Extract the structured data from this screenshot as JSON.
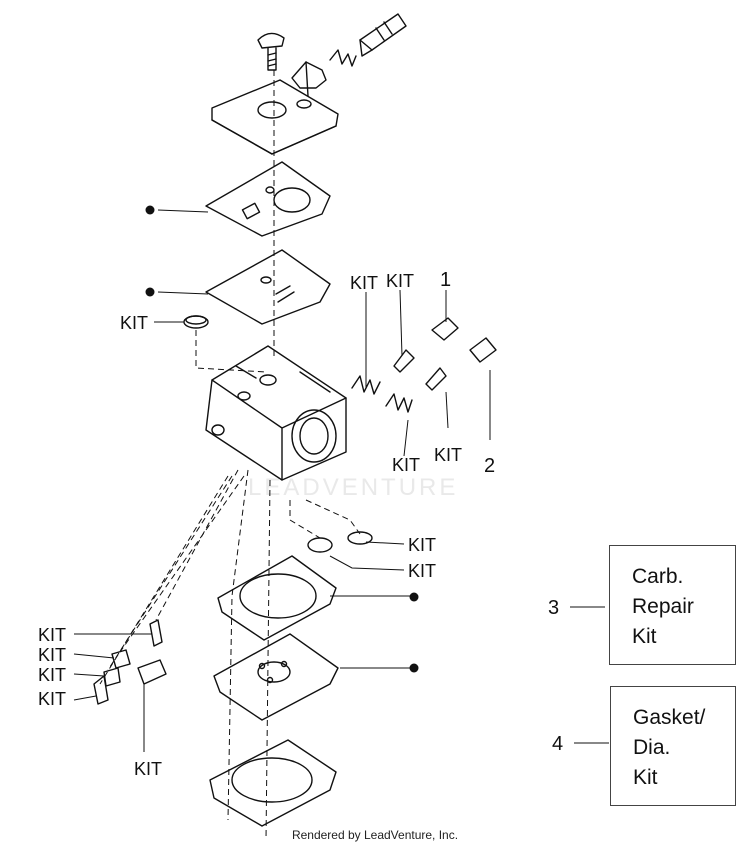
{
  "callouts": {
    "kit": "KIT",
    "num1": "1",
    "num2": "2",
    "num3": "3",
    "num4": "4"
  },
  "legend": {
    "box3": {
      "line1": "Carb.",
      "line2": "Repair",
      "line3": "Kit"
    },
    "box4": {
      "line1": "Gasket/",
      "line2": "Dia.",
      "line3": "Kit"
    }
  },
  "watermark": "LEADVENTURE",
  "footer": "Rendered by LeadVenture, Inc."
}
